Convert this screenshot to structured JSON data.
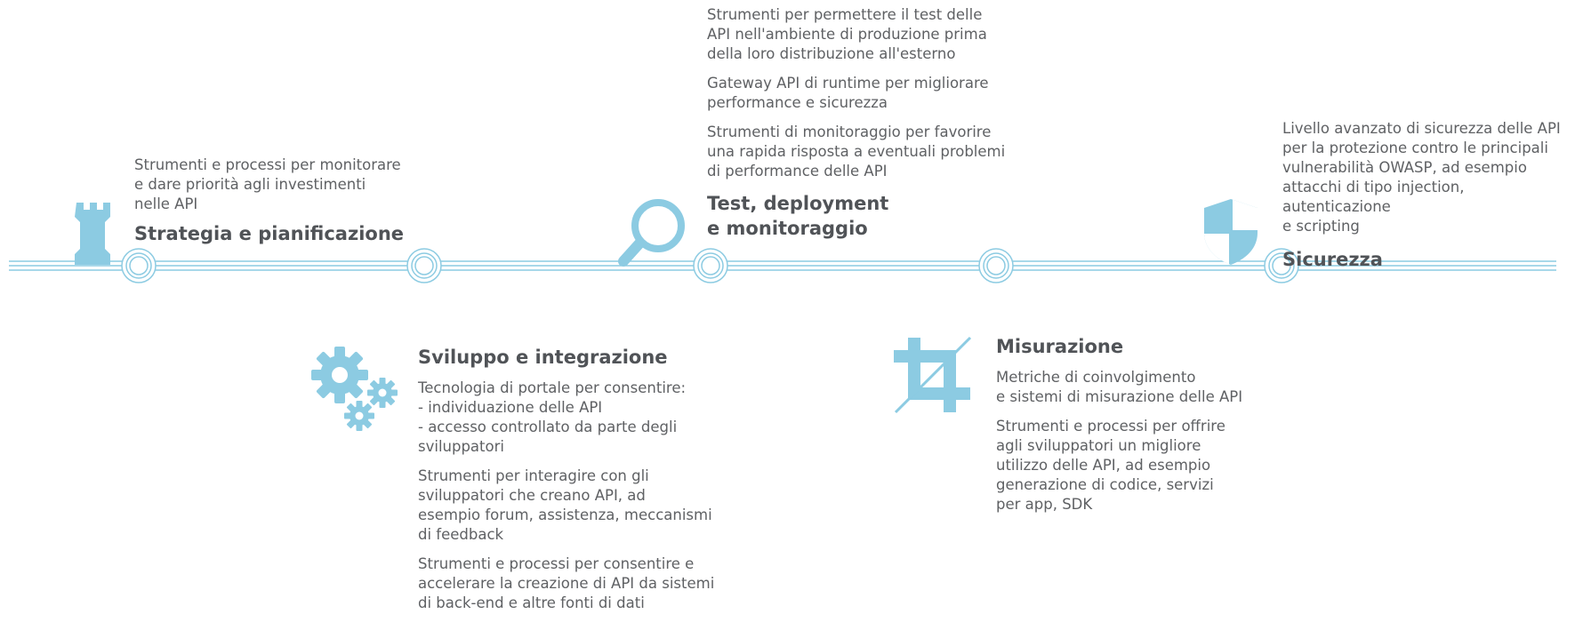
{
  "colors": {
    "accent": "#8ccbe2",
    "text": "#5f6164",
    "title": "#505357"
  },
  "stages": [
    {
      "id": "strategia",
      "icon": "castle-tower-icon",
      "title": "Strategia e pianificazione",
      "paragraphs": [
        "Strumenti e processi per monitorare\ne dare priorità agli investimenti\nnelle API"
      ]
    },
    {
      "id": "sviluppo",
      "icon": "gears-icon",
      "title": "Sviluppo e integrazione",
      "paragraphs": [
        "Tecnologia di portale per consentire:\n- individuazione delle API\n- accesso controllato da parte degli\n  sviluppatori",
        "Strumenti per interagire con gli\nsviluppatori che creano API, ad\nesempio forum, assistenza, meccanismi\ndi feedback",
        "Strumenti e processi per consentire e\naccelerare la creazione di API da sistemi\ndi back-end e altre fonti di dati"
      ]
    },
    {
      "id": "test",
      "icon": "magnifier-icon",
      "title": "Test, deployment\ne monitoraggio",
      "paragraphs": [
        "Strumenti per permettere il test delle\nAPI nell'ambiente di produzione prima\ndella loro distribuzione all'esterno",
        "Gateway API di runtime per migliorare\nperformance e sicurezza",
        "Strumenti di monitoraggio per favorire\nuna rapida risposta a eventuali problemi\ndi performance delle API"
      ]
    },
    {
      "id": "misurazione",
      "icon": "crop-icon",
      "title": "Misurazione",
      "paragraphs": [
        "Metriche di coinvolgimento\ne sistemi di misurazione delle API",
        "Strumenti e processi per offrire\nagli sviluppatori un migliore\nutilizzo delle API, ad esempio\ngenerazione di codice, servizi\nper app, SDK"
      ]
    },
    {
      "id": "sicurezza",
      "icon": "shield-icon",
      "title": "Sicurezza",
      "paragraphs": [
        "Livello avanzato di sicurezza delle API\nper la protezione contro le principali\nvulnerabilità OWASP, ad esempio\nattacchi di tipo injection, autenticazione\ne scripting"
      ]
    }
  ]
}
